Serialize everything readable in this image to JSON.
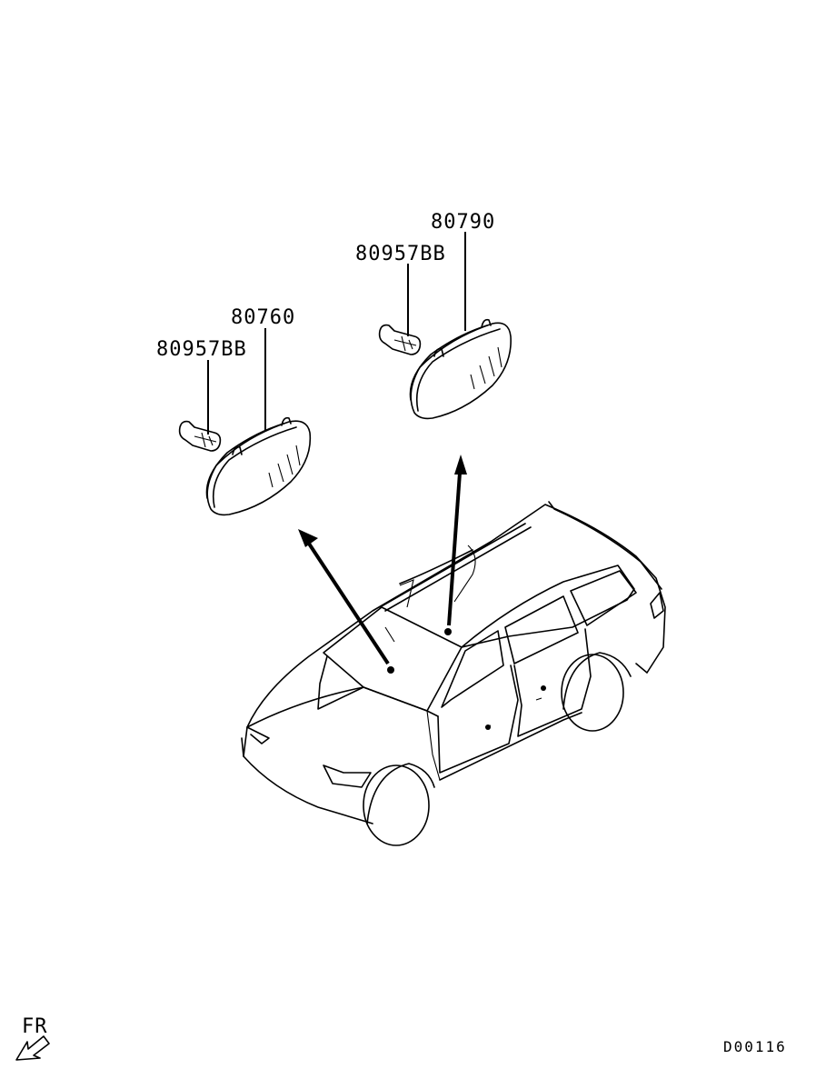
{
  "parts": [
    {
      "part_no": "80790"
    },
    {
      "part_no": "80957BB"
    },
    {
      "part_no": "80760"
    },
    {
      "part_no": "80957BB"
    }
  ],
  "direction": {
    "label": "FR"
  },
  "diagram_code": "D00116"
}
